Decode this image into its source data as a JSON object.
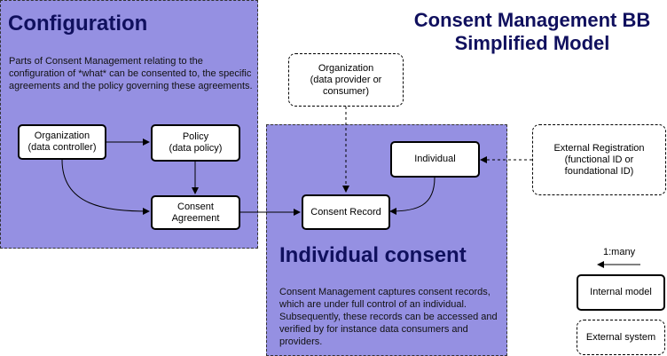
{
  "title": "Consent Management BB\nSimplified Model",
  "regions": {
    "configuration": {
      "heading": "Configuration",
      "description": "Parts of Consent Management relating to the configuration of *what* can be consented to, the specific agreements and the policy governing these agreements."
    },
    "individual_consent": {
      "heading": "Individual consent",
      "description": "Consent Management captures consent records, which are under full control of an individual. Subsequently, these records can be accessed and verified by for instance data consumers and providers."
    }
  },
  "nodes": {
    "org_controller": "Organization\n(data controller)",
    "policy": "Policy\n(data policy)",
    "consent_agreement": "Consent\nAgreement",
    "consent_record": "Consent Record",
    "individual": "Individual",
    "org_provider": "Organization\n(data provider or\nconsumer)",
    "external_registration": "External Registration\n(functional ID or\nfoundational ID)"
  },
  "legend": {
    "cardinality": "1:many",
    "internal_model": "Internal model",
    "external_system": "External system"
  }
}
